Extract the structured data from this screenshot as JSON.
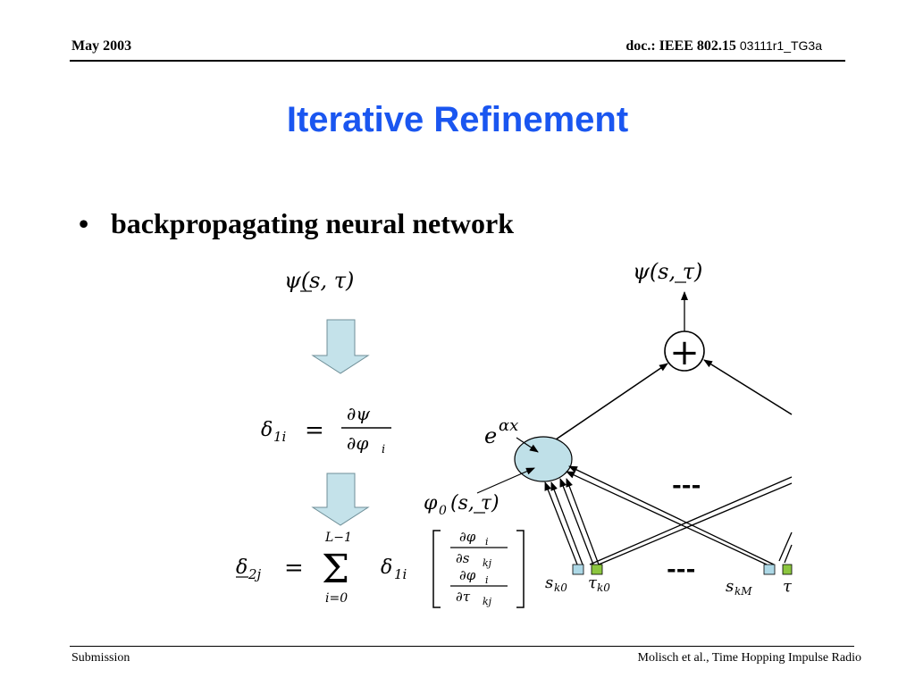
{
  "header": {
    "date": "May 2003",
    "doc_main": "doc.: IEEE 802.15",
    "doc_sub": "03111r1_TG3a"
  },
  "title": "Iterative Refinement",
  "bullet": "backpropagating neural network",
  "equations": {
    "psi": "ψ(s, τ)",
    "delta1_lhs": "δ",
    "delta1_sub": "1i",
    "equals": "=",
    "dpsi": "∂ψ",
    "dphi": "∂φ",
    "dphi_sub": "i",
    "delta2_lhs": "δ",
    "delta2_sub": "2j",
    "sum_top": "L−1",
    "sum_bottom": "i=0",
    "sum_sign": "Σ",
    "delta1i": "δ",
    "delta1i_sub": "1i",
    "m1_num": "∂φ",
    "m1_num_sub": "i",
    "m1_den": "∂s",
    "m1_den_sub": "kj",
    "m2_num": "∂φ",
    "m2_num_sub": "i",
    "m2_den": "∂τ",
    "m2_den_sub": "kj"
  },
  "network": {
    "output": "ψ(s, τ)",
    "sum_node": "+",
    "exp_base": "e",
    "exp_power": "αx",
    "phi0": "φ",
    "phi0_sub": "0",
    "phi0_args": "(s, τ)",
    "dots_mid": "---",
    "dots_bottom": "---",
    "in_s": "s",
    "in_s_sub": "k0",
    "in_t": "τ",
    "in_t_sub": "k0",
    "in_s2": "s",
    "in_s2_sub": "kM",
    "in_t2": "τ",
    "colors": {
      "node_fill": "#bfe0e8",
      "arrow_fill": "#c4e2ea",
      "input_s": "#add8e6",
      "input_t": "#8cc63f"
    }
  },
  "footer": {
    "left": "Submission",
    "right": "Molisch et al., Time  Hopping Impulse Radio"
  }
}
